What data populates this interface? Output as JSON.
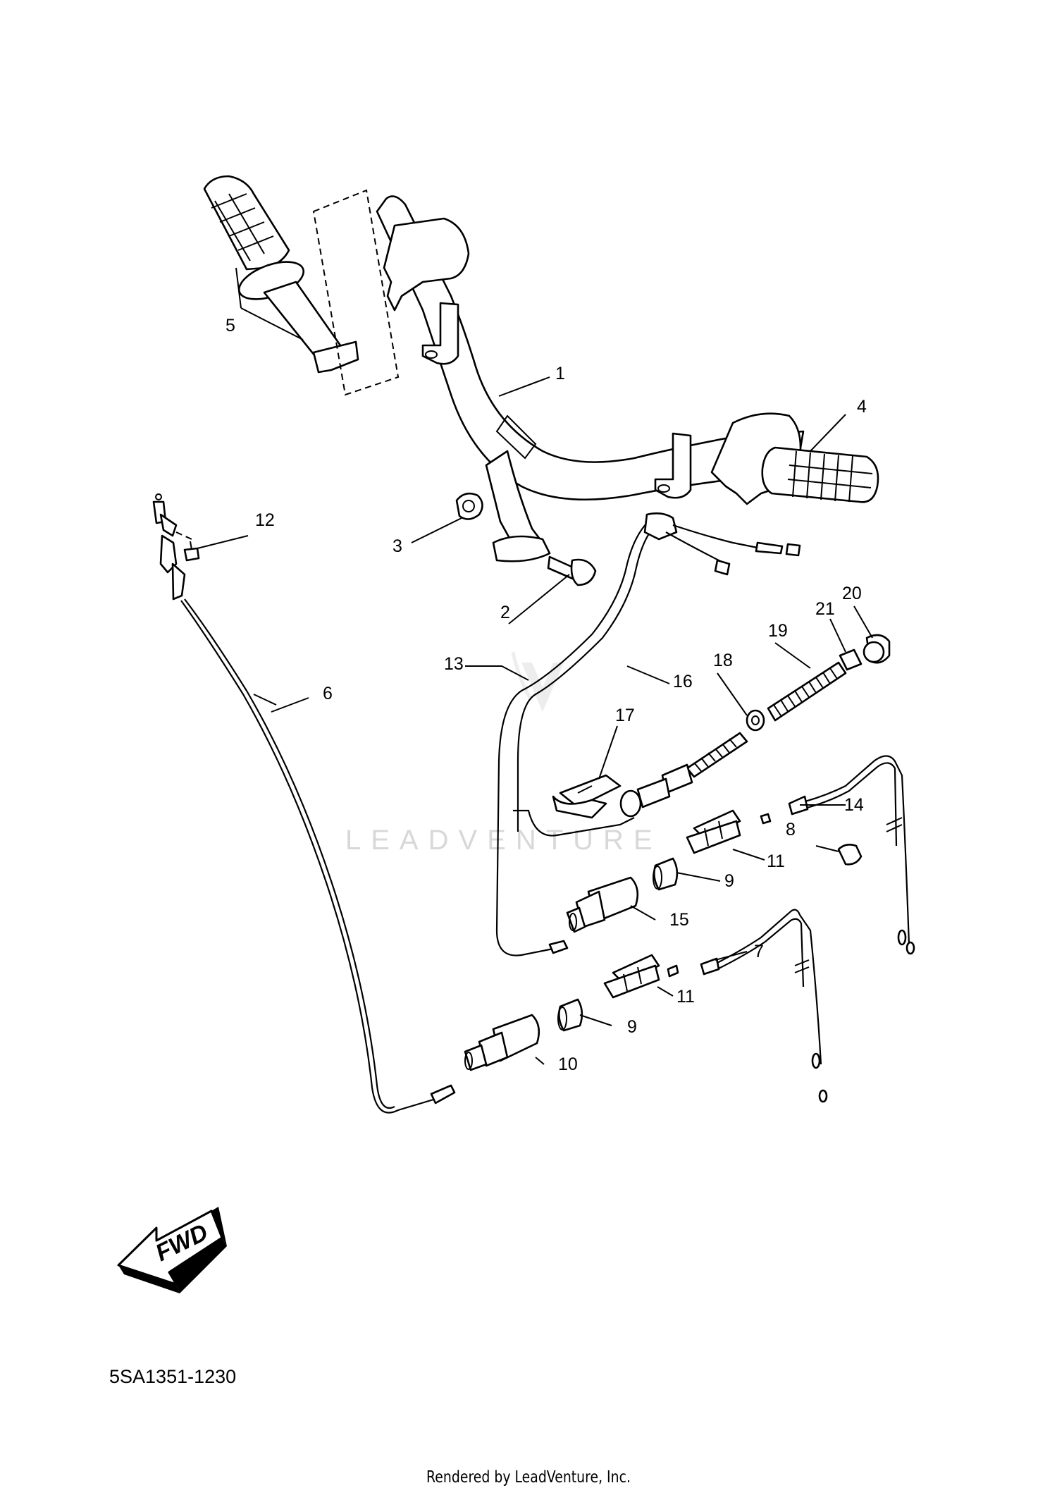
{
  "watermark": "LEADVENTURE",
  "fwd_label": "FWD",
  "diagram_code": "5SA1351-1230",
  "footer": "Rendered by LeadVenture, Inc.",
  "callouts": [
    {
      "id": "1",
      "label": "1"
    },
    {
      "id": "2",
      "label": "2"
    },
    {
      "id": "3",
      "label": "3"
    },
    {
      "id": "4",
      "label": "4"
    },
    {
      "id": "5",
      "label": "5"
    },
    {
      "id": "6",
      "label": "6"
    },
    {
      "id": "7",
      "label": "7"
    },
    {
      "id": "8",
      "label": "8"
    },
    {
      "id": "9a",
      "label": "9"
    },
    {
      "id": "9b",
      "label": "9"
    },
    {
      "id": "10",
      "label": "10"
    },
    {
      "id": "11a",
      "label": "11"
    },
    {
      "id": "11b",
      "label": "11"
    },
    {
      "id": "12",
      "label": "12"
    },
    {
      "id": "13",
      "label": "13"
    },
    {
      "id": "14",
      "label": "14"
    },
    {
      "id": "15",
      "label": "15"
    },
    {
      "id": "16",
      "label": "16"
    },
    {
      "id": "17",
      "label": "17"
    },
    {
      "id": "18",
      "label": "18"
    },
    {
      "id": "19",
      "label": "19"
    },
    {
      "id": "20",
      "label": "20"
    },
    {
      "id": "21",
      "label": "21"
    }
  ]
}
